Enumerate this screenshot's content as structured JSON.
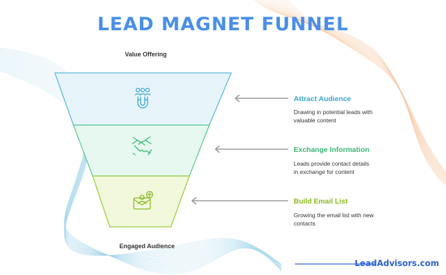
{
  "title": "LEAD MAGNET FUNNEL",
  "top_label": "Value Offering",
  "bottom_label": "Engaged Audience",
  "brand": "LeadAdvisors.com",
  "colors": {
    "title": "#4a8fe7",
    "brand": "#2c64d4",
    "stage1_fill": "#e6f4fa",
    "stage1_stroke": "#5bb8d8",
    "stage1_text": "#3aa6cc",
    "stage2_fill": "#e6f8ef",
    "stage2_stroke": "#5cc891",
    "stage2_text": "#3bb674",
    "stage3_fill": "#f1f8dc",
    "stage3_stroke": "#9ccb3e",
    "stage3_text": "#8ab81f",
    "arrow": "#999999"
  },
  "stages": [
    {
      "icon": "magnet-people-icon",
      "title": "Attract Audience",
      "desc_line1": "Drawing in potential leads with",
      "desc_line2": "valuable content"
    },
    {
      "icon": "handshake-icon",
      "title": "Exchange Information",
      "desc_line1": "Leads provide contact details",
      "desc_line2": "in exchange for content"
    },
    {
      "icon": "email-add-icon",
      "title": "Build Email List",
      "desc_line1": "Growing the email list with new",
      "desc_line2": "contacts"
    }
  ]
}
